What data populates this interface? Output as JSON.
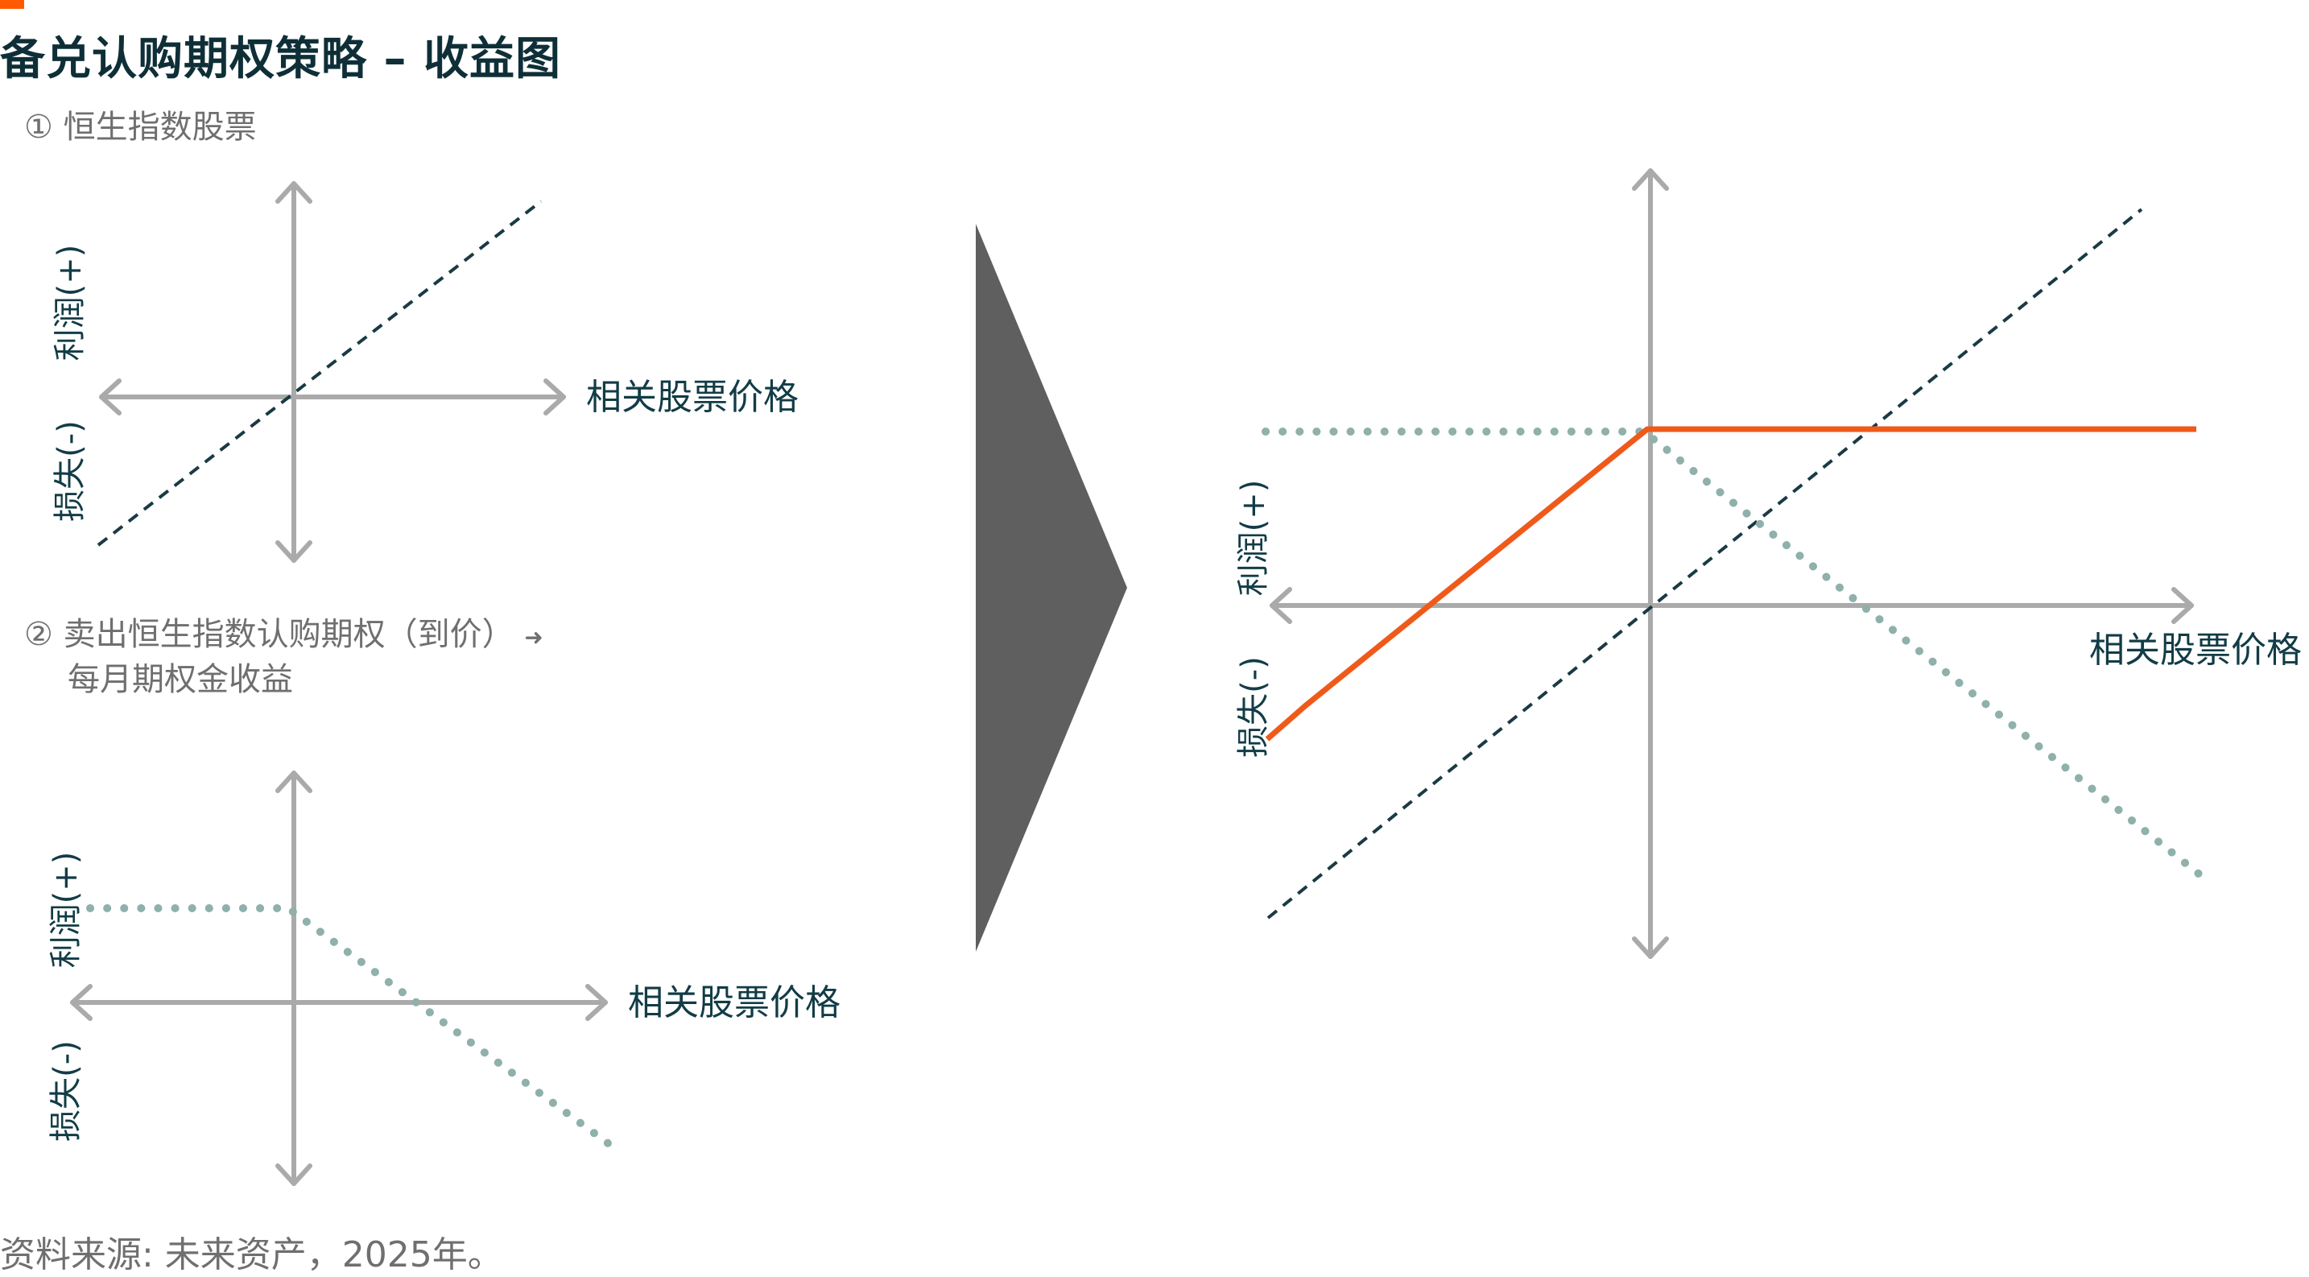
{
  "header": {
    "title": "备兑认购期权策略 – 收益图",
    "accent_color": "#ff5a00"
  },
  "steps": [
    {
      "marker": "①",
      "text": "恒生指数股票"
    },
    {
      "marker": "②",
      "text": "卖出恒生指数认购期权（到价）",
      "arrow": "➜",
      "line2": "每月期权金收益"
    }
  ],
  "axis_labels": {
    "x": "相关股票价格",
    "profit": "利润(+)",
    "loss": "损失(-)"
  },
  "colors": {
    "stock_line": "#1a3a44",
    "call_line": "#8fb0ab",
    "result_line": "#ef5a1a",
    "axis": "#aaaaaa",
    "arrow_shape": "#5f5f5f"
  },
  "footer": {
    "source": "资料来源: 未来资产，2025年。"
  }
}
